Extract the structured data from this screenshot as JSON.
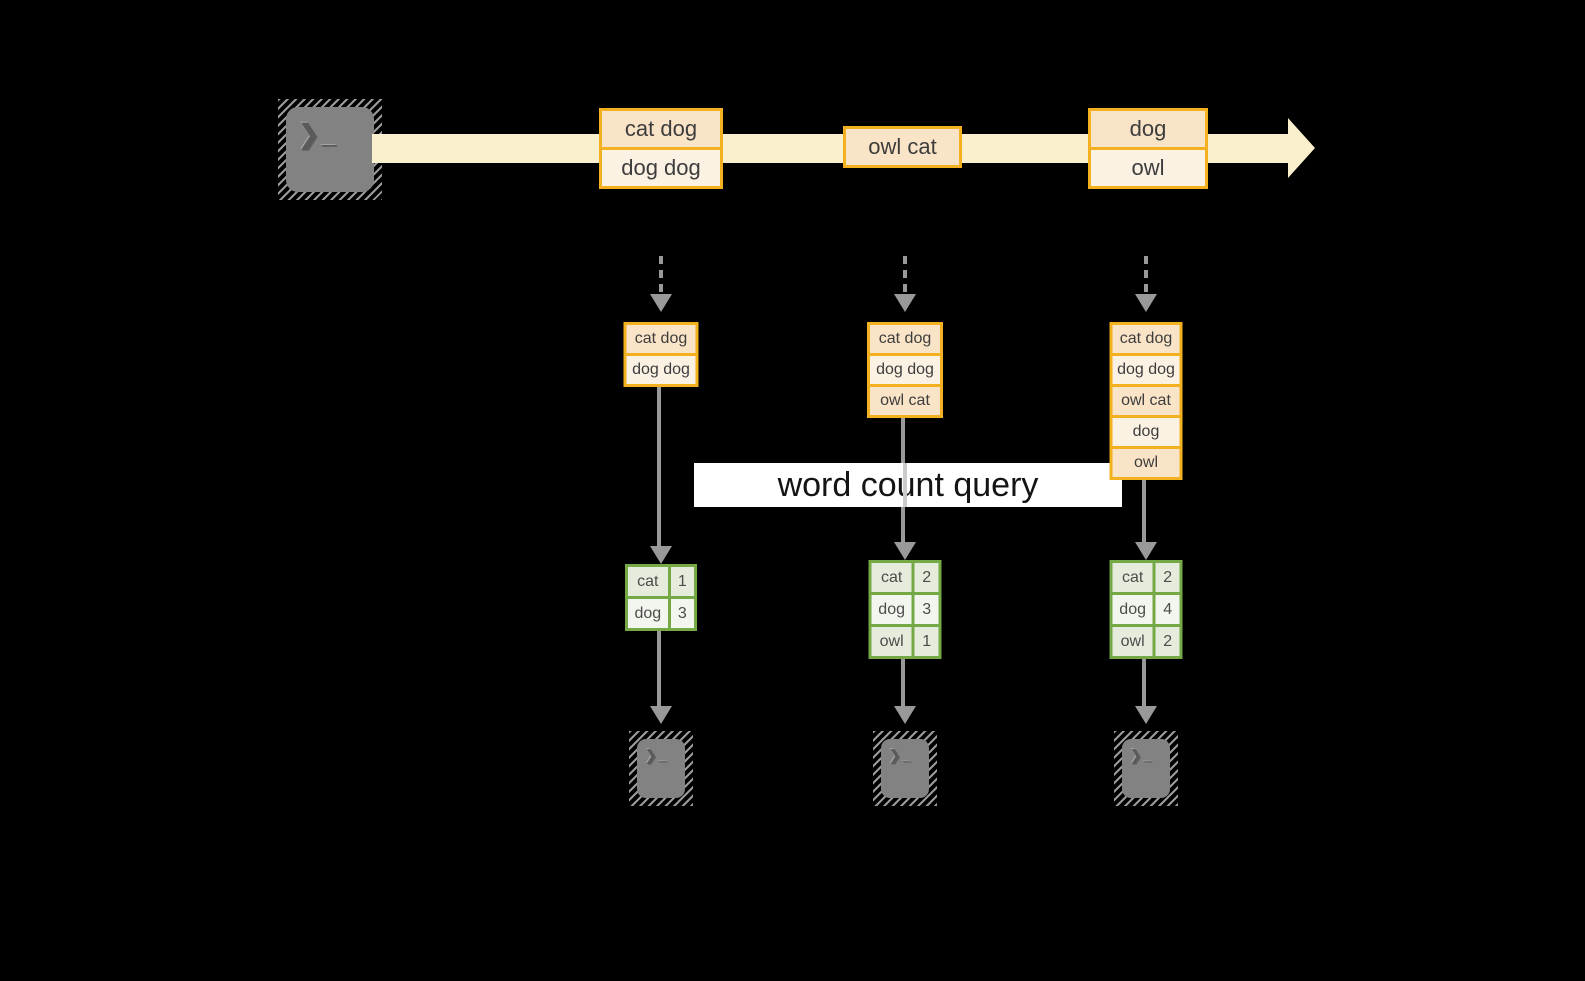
{
  "diagram": {
    "banner": {
      "label": "word count query"
    },
    "prompt_glyph": "❯_",
    "colors": {
      "orange": "#F3B01F",
      "peach": "#FAE4C8",
      "cream": "#FCF2E4",
      "band": "#FBF0CE",
      "green": "#74A946",
      "green_a": "#E6ECDB",
      "green_b": "#F3F6EF",
      "arrow_gray": "#999999"
    },
    "timeline": {
      "events": [
        {
          "rows": [
            "cat dog",
            "dog dog"
          ]
        },
        {
          "rows": [
            "owl cat"
          ]
        },
        {
          "rows": [
            "dog",
            "owl"
          ]
        }
      ]
    },
    "columns": [
      {
        "window_rows": [
          "cat dog",
          "dog dog"
        ],
        "counts": [
          {
            "word": "cat",
            "count": "1"
          },
          {
            "word": "dog",
            "count": "3"
          }
        ]
      },
      {
        "window_rows": [
          "cat dog",
          "dog dog",
          "owl cat"
        ],
        "counts": [
          {
            "word": "cat",
            "count": "2"
          },
          {
            "word": "dog",
            "count": "3"
          },
          {
            "word": "owl",
            "count": "1"
          }
        ]
      },
      {
        "window_rows": [
          "cat dog",
          "dog dog",
          "owl cat",
          "dog",
          "owl"
        ],
        "counts": [
          {
            "word": "cat",
            "count": "2"
          },
          {
            "word": "dog",
            "count": "4"
          },
          {
            "word": "owl",
            "count": "2"
          }
        ]
      }
    ]
  }
}
